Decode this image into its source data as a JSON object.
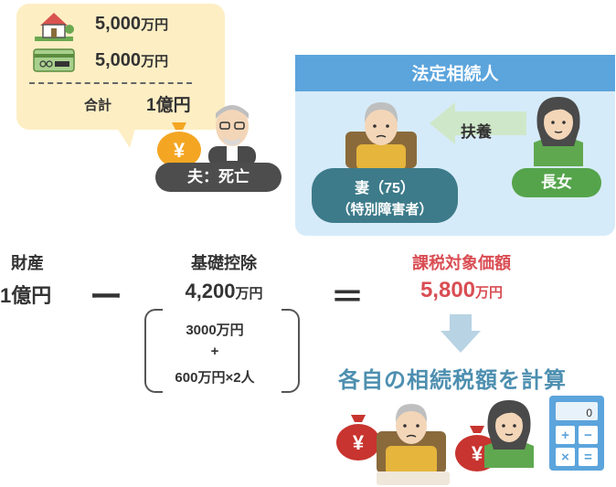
{
  "assets": {
    "home_amount": "5,000",
    "cash_amount": "5,000",
    "unit": "万円",
    "total_label": "合計",
    "total_value": "1億円"
  },
  "people": {
    "husband": "夫：死亡",
    "wife_line1": "妻（75）",
    "wife_line2": "（特別障害者）",
    "daughter": "長女",
    "support_label": "扶養"
  },
  "panel": {
    "title": "法定相続人"
  },
  "formula": {
    "property_label": "財産",
    "property_value": "1億円",
    "deduction_label": "基礎控除",
    "deduction_value": "4,200",
    "deduction_unit": "万円",
    "deduction_base": "3000万円",
    "deduction_plus": "+",
    "deduction_per_person": "600万円×2人",
    "taxable_label": "課税対象価額",
    "taxable_value": "5,800",
    "taxable_unit": "万円",
    "minus": "ー",
    "equals": "＝"
  },
  "result": {
    "text": "各自の相続税額を計算"
  },
  "colors": {
    "bubble": "#fdeec4",
    "panel_header": "#5ba4dc",
    "panel_body": "#d6ebf9",
    "wife_pill": "#3d7b8a",
    "daughter_pill": "#55a44b",
    "husband_pill": "#4d4d4d",
    "red_accent": "#d94d53",
    "blue_text": "#4d8fb0",
    "yen_bag_orange": "#f4a623",
    "yen_bag_red": "#c8342f"
  },
  "icons": [
    "house-icon",
    "money-card-icon",
    "yen-bag-icon",
    "elder-man-icon",
    "elder-woman-icon",
    "young-woman-icon",
    "arrow-left-icon",
    "arrow-down-icon",
    "calculator-icon"
  ]
}
